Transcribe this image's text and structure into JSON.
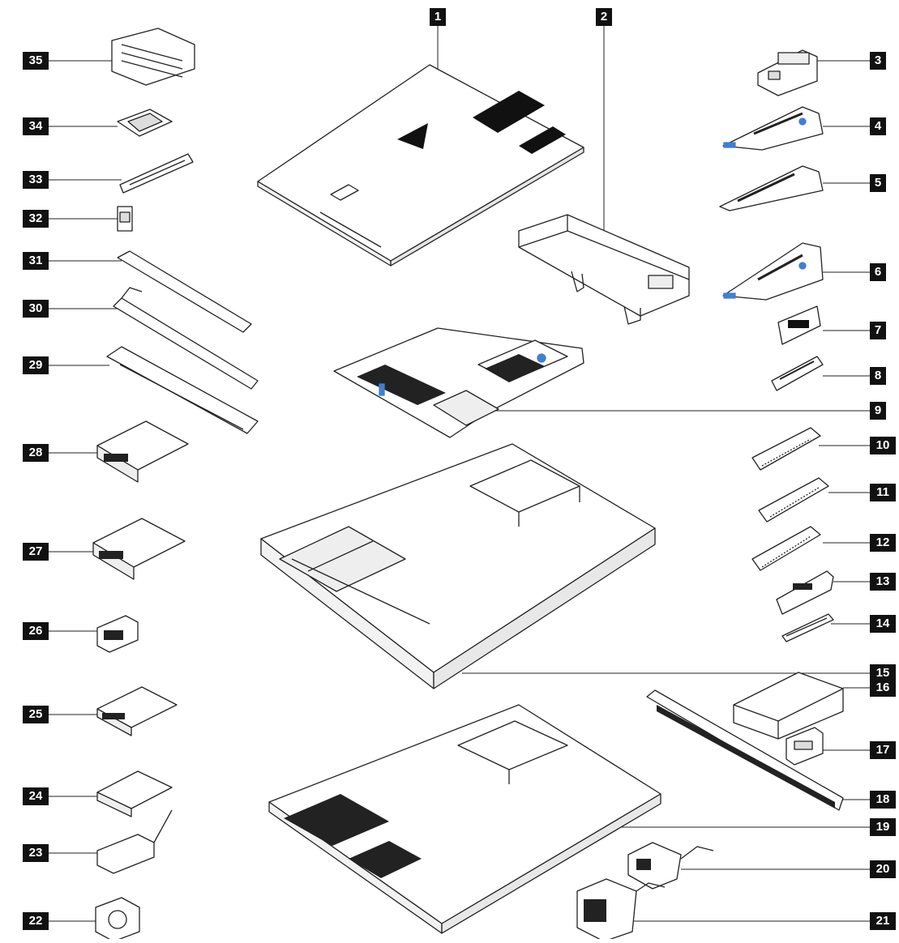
{
  "callouts": [
    {
      "id": "1",
      "label": "1"
    },
    {
      "id": "2",
      "label": "2"
    },
    {
      "id": "3",
      "label": "3"
    },
    {
      "id": "4",
      "label": "4"
    },
    {
      "id": "5",
      "label": "5"
    },
    {
      "id": "6",
      "label": "6"
    },
    {
      "id": "7",
      "label": "7"
    },
    {
      "id": "8",
      "label": "8"
    },
    {
      "id": "9",
      "label": "9"
    },
    {
      "id": "10",
      "label": "10"
    },
    {
      "id": "11",
      "label": "11"
    },
    {
      "id": "12",
      "label": "12"
    },
    {
      "id": "13",
      "label": "13"
    },
    {
      "id": "14",
      "label": "14"
    },
    {
      "id": "15",
      "label": "15"
    },
    {
      "id": "16",
      "label": "16"
    },
    {
      "id": "17",
      "label": "17"
    },
    {
      "id": "18",
      "label": "18"
    },
    {
      "id": "19",
      "label": "19"
    },
    {
      "id": "20",
      "label": "20"
    },
    {
      "id": "21",
      "label": "21"
    },
    {
      "id": "22",
      "label": "22"
    },
    {
      "id": "23",
      "label": "23"
    },
    {
      "id": "24",
      "label": "24"
    },
    {
      "id": "25",
      "label": "25"
    },
    {
      "id": "26",
      "label": "26"
    },
    {
      "id": "27",
      "label": "27"
    },
    {
      "id": "28",
      "label": "28"
    },
    {
      "id": "29",
      "label": "29"
    },
    {
      "id": "30",
      "label": "30"
    },
    {
      "id": "31",
      "label": "31"
    },
    {
      "id": "32",
      "label": "32"
    },
    {
      "id": "33",
      "label": "33"
    },
    {
      "id": "34",
      "label": "34"
    },
    {
      "id": "35",
      "label": "35"
    }
  ],
  "colors": {
    "ink": "#111111",
    "accent": "#3f7fd0",
    "line": "#222222"
  }
}
